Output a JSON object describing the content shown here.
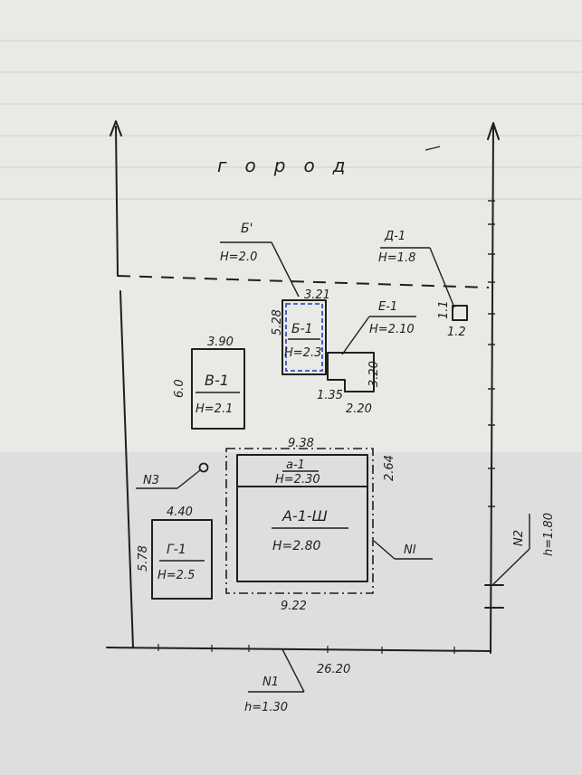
{
  "garden_label": "город",
  "buildings": {
    "b_prime": {
      "name": "Б'",
      "height": "Н=2.0"
    },
    "d1": {
      "name": "Д-1",
      "height": "Н=1.8",
      "size1": "1.1",
      "size2": "1.2"
    },
    "b1": {
      "name": "Б-1",
      "height": "Н=2.3",
      "top": "3.21",
      "side": "5.28"
    },
    "e1": {
      "name": "Е-1",
      "height": "Н=2.10",
      "dim_right": "3.20",
      "dim_left": "1.35",
      "dim_bottom": "2.20"
    },
    "v1": {
      "name": "В-1",
      "height": "Н=2.1",
      "top": "3.90",
      "side": "6.0"
    },
    "a1": {
      "name": "а-1",
      "height": "Н=2.30",
      "top": "9.38",
      "side": "2.64"
    },
    "main": {
      "name": "А-1-Ш",
      "height": "Н=2.80",
      "bottom": "9.22"
    },
    "g1": {
      "name": "Г-1",
      "height": "Н=2.5",
      "top": "4.40",
      "side": "5.78"
    }
  },
  "markers": {
    "n3": "N3",
    "n1_right": "NI",
    "n2": "N2",
    "n2_height": "h=1.80",
    "n1_bottom": "N1",
    "n1_height": "h=1.30"
  },
  "plot": {
    "bottom_length": "26.20"
  },
  "colors": {
    "paper": "#e9e9e6",
    "ink": "#1f1f1f",
    "accent": "#3a4fc8"
  }
}
